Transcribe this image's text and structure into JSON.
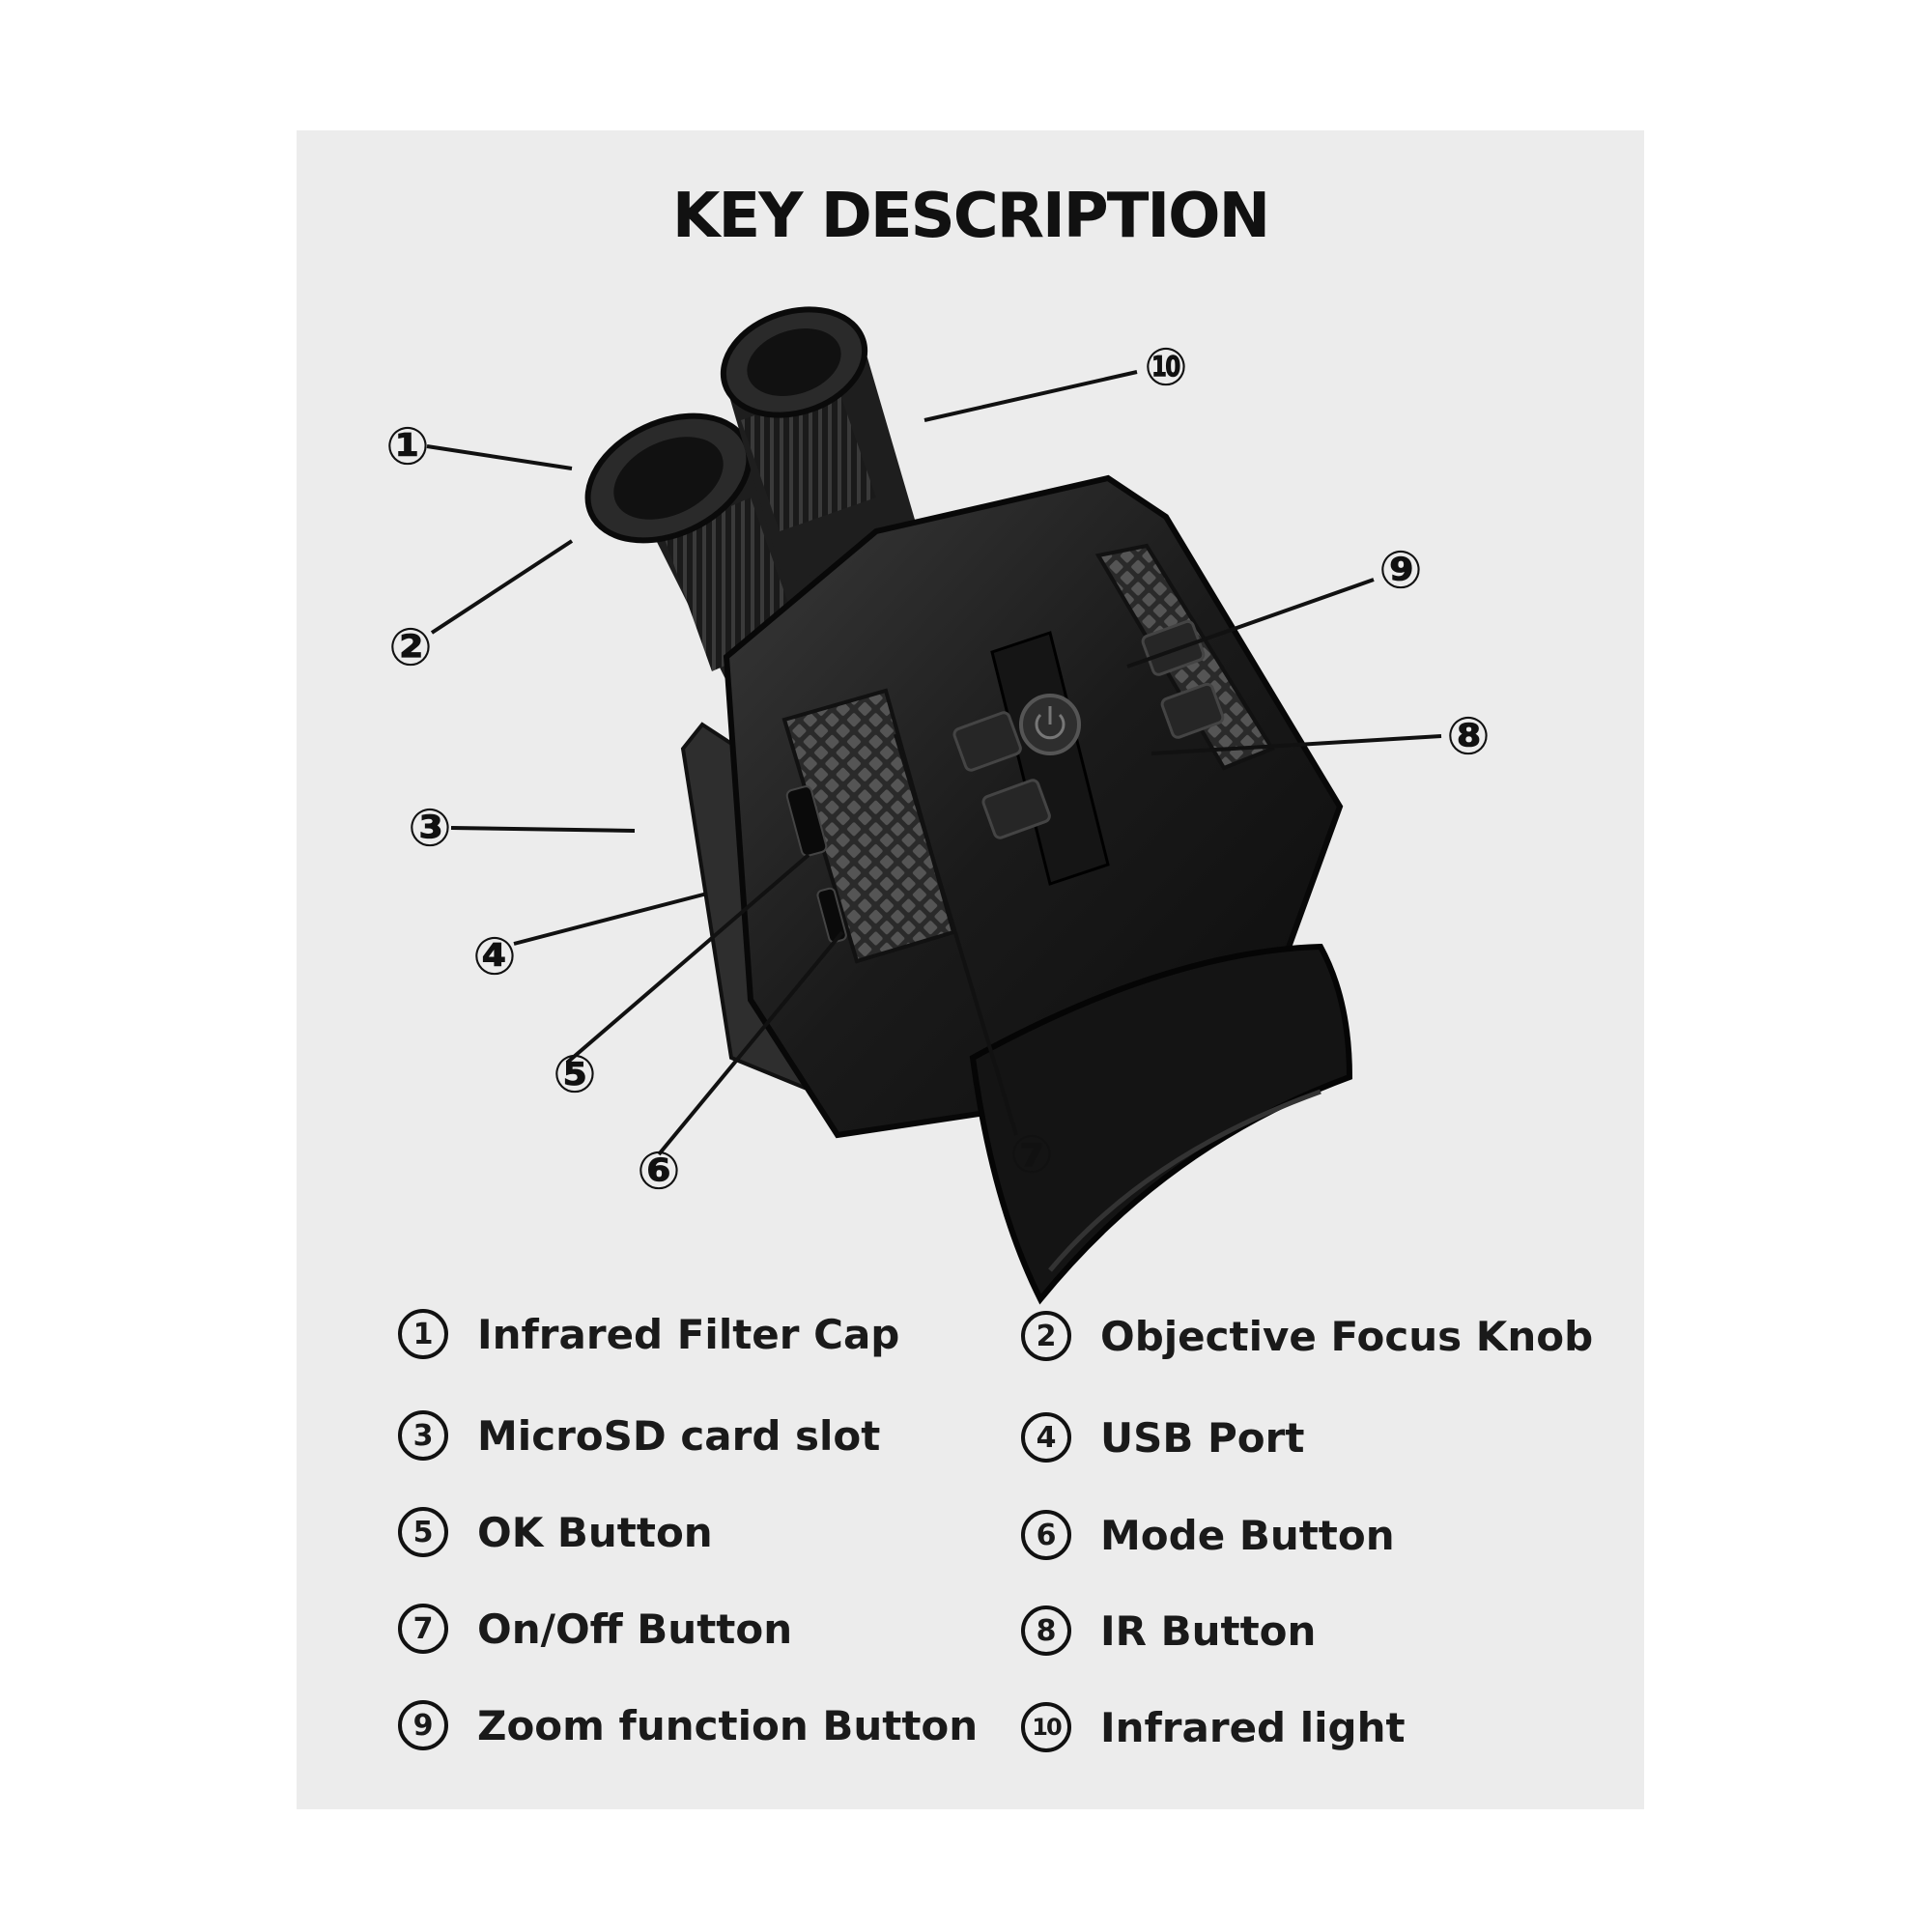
{
  "title": "KEY DESCRIPTION",
  "callouts": [
    "①",
    "②",
    "③",
    "④",
    "⑤",
    "⑥",
    "⑦",
    "⑧",
    "⑨",
    "⑩"
  ],
  "legend": [
    {
      "num": "1",
      "label": "Infrared Filter Cap"
    },
    {
      "num": "2",
      "label": "Objective Focus Knob"
    },
    {
      "num": "3",
      "label": "MicroSD card slot"
    },
    {
      "num": "4",
      "label": "USB Port"
    },
    {
      "num": "5",
      "label": "OK Button"
    },
    {
      "num": "6",
      "label": "Mode Button"
    },
    {
      "num": "7",
      "label": "On/Off Button"
    },
    {
      "num": "8",
      "label": "IR Button"
    },
    {
      "num": "9",
      "label": "Zoom function Button"
    },
    {
      "num": "10",
      "label": "Infrared light"
    }
  ],
  "colors": {
    "panel": "#ececec",
    "device": "#1c1c1c",
    "text": "#111111"
  }
}
